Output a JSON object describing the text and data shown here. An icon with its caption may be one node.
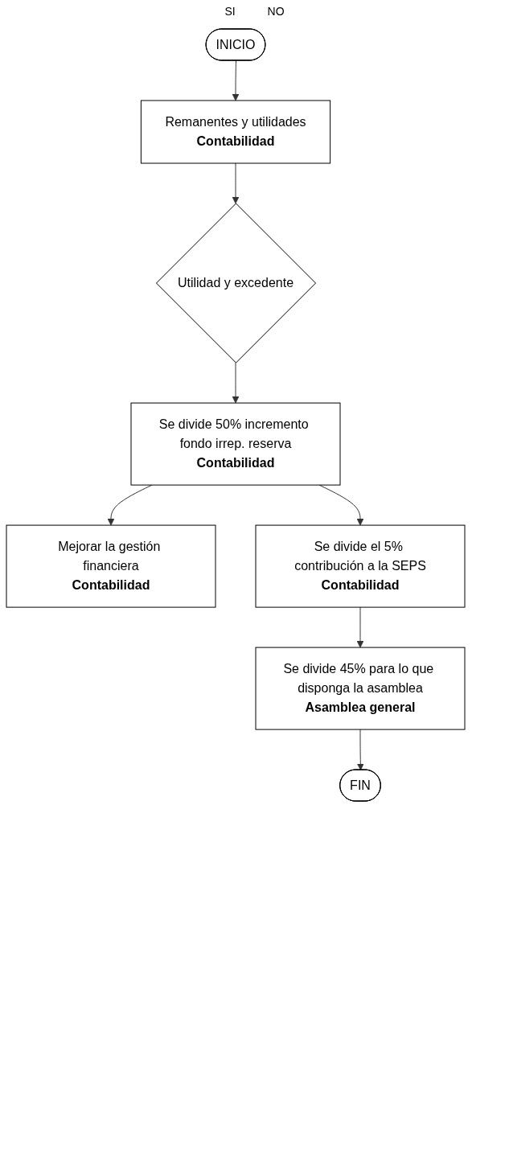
{
  "diagram": {
    "nodes": [
      {
        "text": [
          "INICIO"
        ]
      },
      {
        "text": [
          "Remanentes y utilidades",
          "Contabilidad"
        ]
      },
      {
        "text": [
          "Utilidad y excedente"
        ]
      },
      {
        "text": [
          "Se divide 50% incremento fondo irrep. reserva",
          "Contabilidad"
        ]
      },
      {
        "text": [
          "Mejorar la gestión financiera",
          "Contabilidad"
        ]
      },
      {
        "text": [
          "Se divide el 5% contribución a la SEPS",
          "Contabilidad"
        ]
      },
      {
        "text": [
          "Se divide 45% para lo que disponga la asamblea",
          "Asamblea general"
        ]
      },
      {
        "text": [
          "FIN"
        ]
      }
    ],
    "edges": [
      {
        "from": 0,
        "to": 1,
        "arrow": "to"
      },
      {
        "from": 1,
        "to": 2,
        "arrow": "to"
      },
      {
        "from": 2,
        "to": 3,
        "arrow": "to"
      },
      {
        "from": 3,
        "to": 4,
        "arrow": "to"
      },
      {
        "from": 3,
        "to": 5,
        "arrow": "to"
      },
      {
        "from": 5,
        "to": 6,
        "arrow": "to"
      },
      {
        "from": 6,
        "to": 7,
        "arrow": "to"
      }
    ],
    "labels": [
      "SI",
      "NO"
    ]
  }
}
